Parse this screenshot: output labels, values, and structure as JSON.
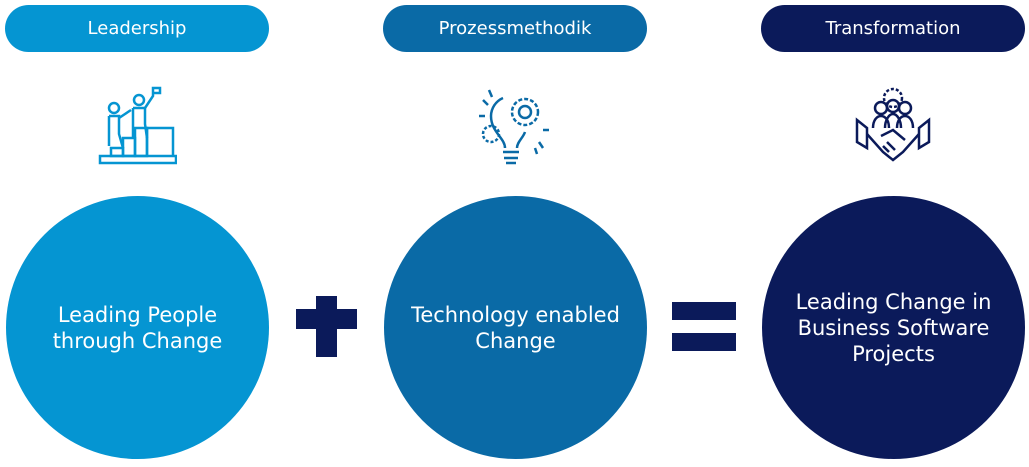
{
  "columns": [
    {
      "label": "Leadership",
      "text": "Leading People through Change",
      "icon": "team-climbing-stairs-icon",
      "color": "#0595d2"
    },
    {
      "label": "Prozessmethodik",
      "text": "Technology enabled Change",
      "icon": "lightbulb-gears-icon",
      "color": "#0a6aa6"
    },
    {
      "label": "Transformation",
      "text": "Leading Change in Business Software Projects",
      "icon": "handshake-team-gear-icon",
      "color": "#0b1a5a"
    }
  ],
  "operators": {
    "plus": "plus-icon",
    "equals": "equals-icon"
  }
}
